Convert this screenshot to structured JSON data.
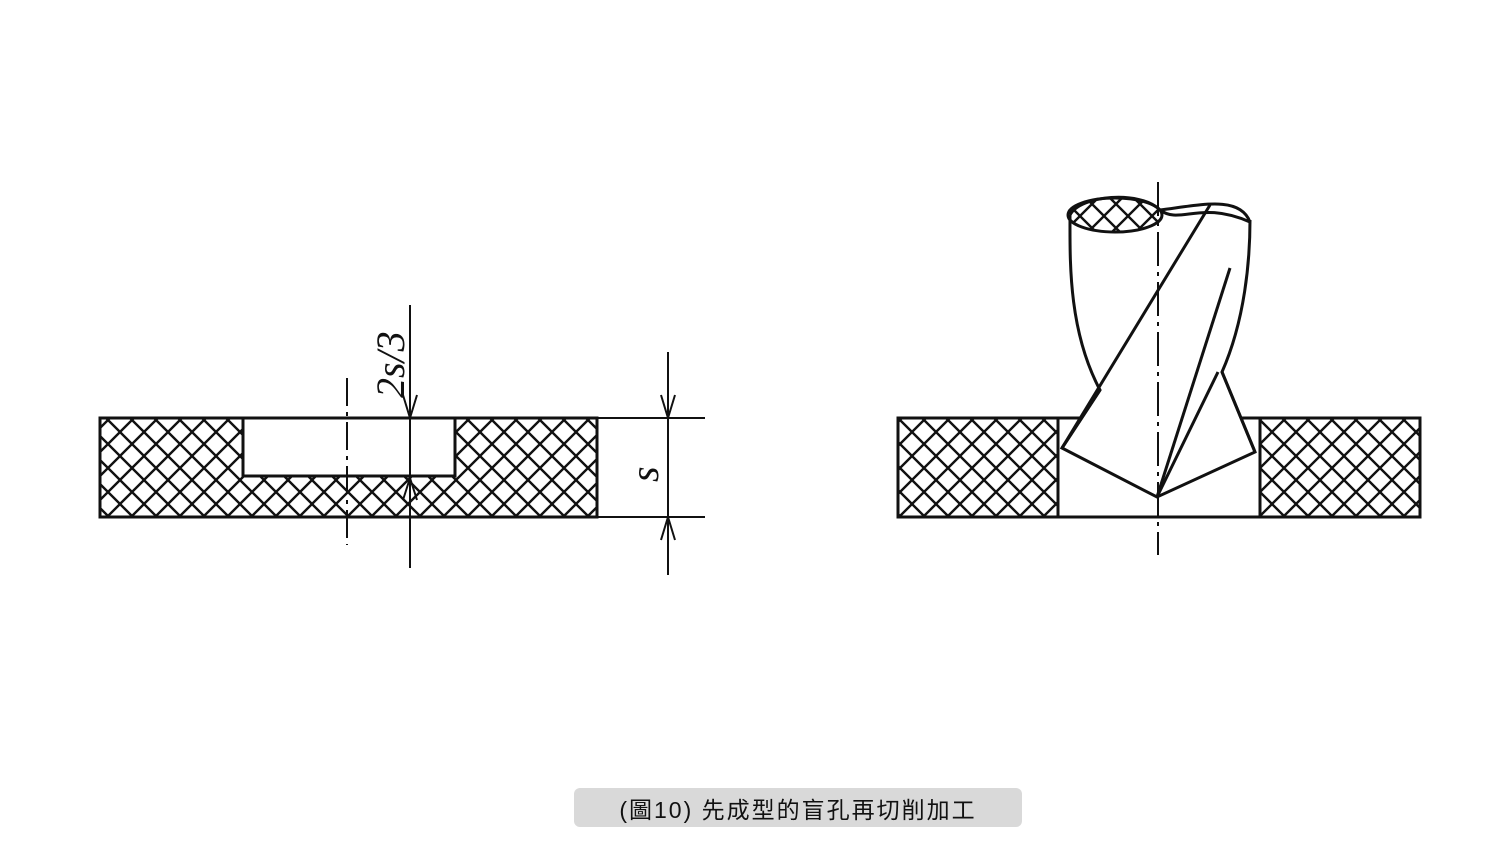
{
  "figure": {
    "caption": "(圖10)  先成型的盲孔再切削加工",
    "left_drawing": {
      "depth_label": "2s/3",
      "thickness_label": "s"
    },
    "right_drawing": {
      "tool": "twist-drill"
    }
  }
}
